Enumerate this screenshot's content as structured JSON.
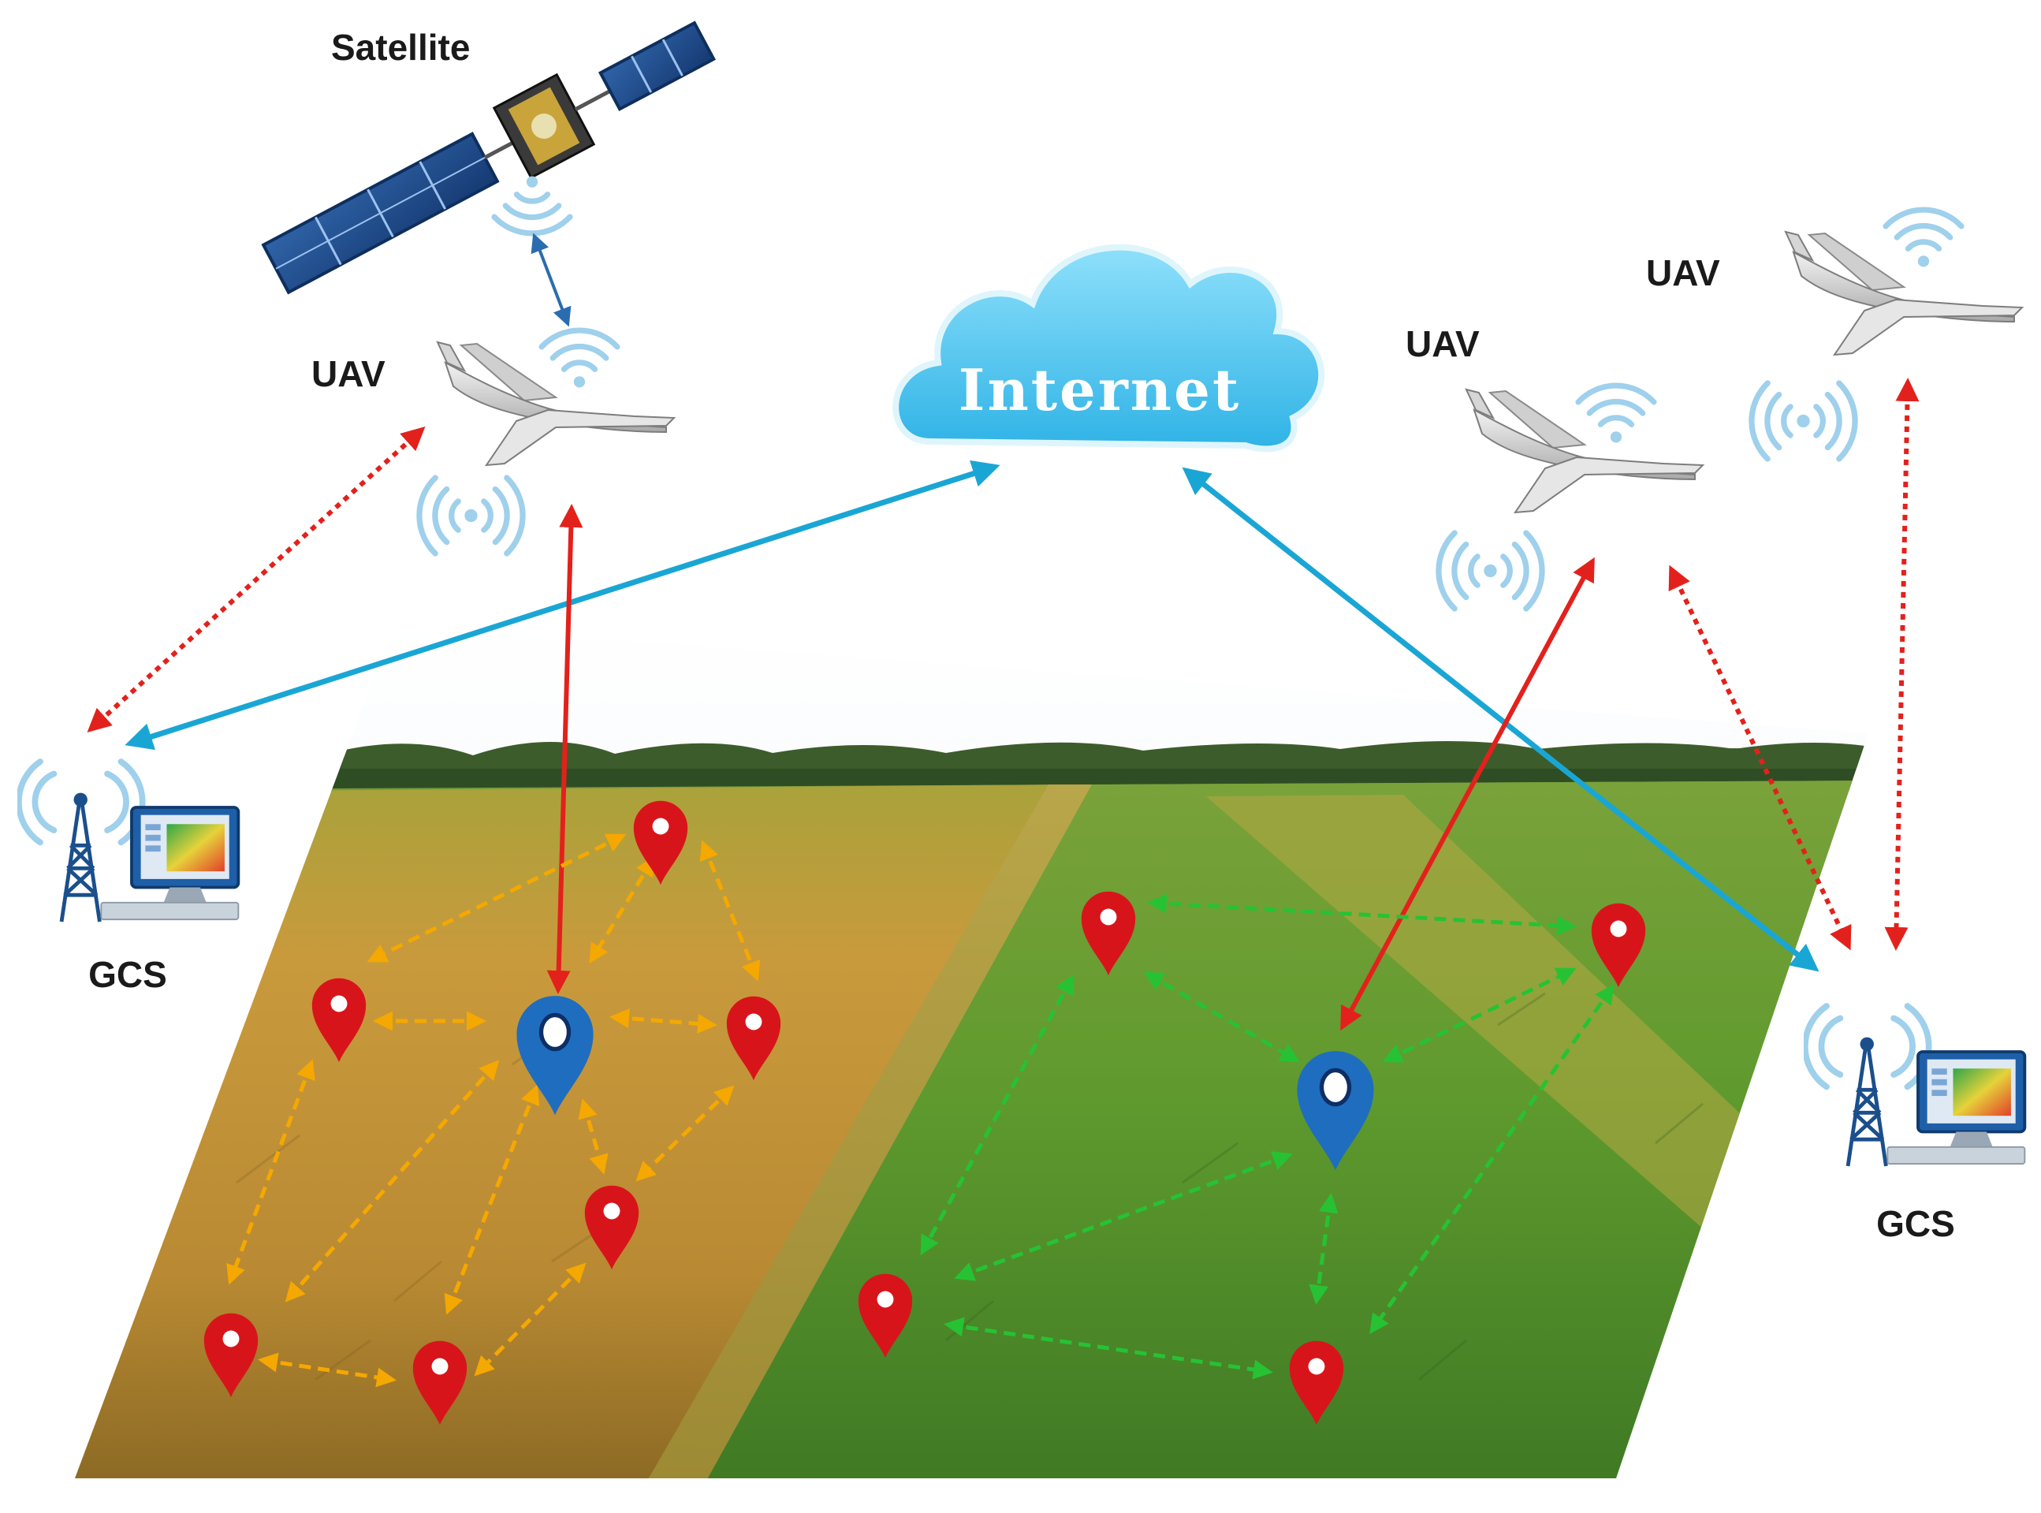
{
  "labels": {
    "satellite": "Satellite",
    "uav_left": "UAV",
    "uav_mid": "UAV",
    "uav_right": "UAV",
    "gcs_left": "GCS",
    "gcs_right": "GCS",
    "internet": "Internet"
  },
  "colors": {
    "red_link": "#e3211c",
    "cyan_link": "#1aa6d4",
    "satellite_link": "#2b6cb0",
    "orange_mesh": "#f5a800",
    "green_mesh": "#27c234",
    "sensor_pin": "#d8141b",
    "sink_pin": "#1f6dbf",
    "cloud": "#5cc9ef",
    "wifi": "#9fd0ec"
  }
}
